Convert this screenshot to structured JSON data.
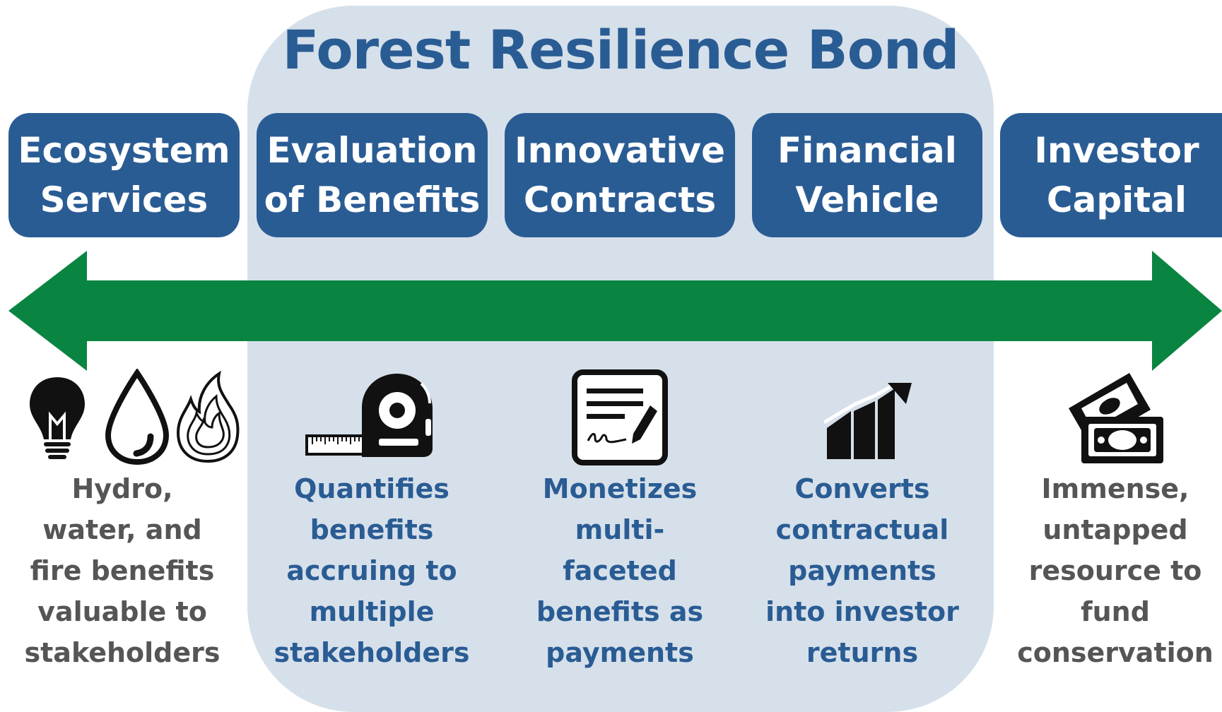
{
  "title": "Forest Resilience Bond",
  "colors": {
    "panel": "#d6e0ea",
    "box": "#2a5c94",
    "arrow": "#0a8441",
    "outer_text": "#555555",
    "inner_text": "#2a5c94"
  },
  "columns": [
    {
      "heading": "Ecosystem\nServices",
      "description": "Hydro,\nwater, and\nfire benefits\nvaluable to\nstakeholders",
      "icons": [
        "lightbulb-icon",
        "water-drop-icon",
        "fire-icon"
      ]
    },
    {
      "heading": "Evaluation\nof Benefits",
      "description": "Quantifies\nbenefits\naccruing to\nmultiple\nstakeholders",
      "icons": [
        "tape-measure-icon"
      ]
    },
    {
      "heading": "Innovative\nContracts",
      "description": "Monetizes\nmulti-\nfaceted\nbenefits as\npayments",
      "icons": [
        "signed-contract-icon"
      ]
    },
    {
      "heading": "Financial\nVehicle",
      "description": "Converts\ncontractual\npayments\ninto investor\nreturns",
      "icons": [
        "growth-chart-icon"
      ]
    },
    {
      "heading": "Investor\nCapital",
      "description": "Immense,\nuntapped\nresource to\nfund\nconservation",
      "icons": [
        "money-icon"
      ]
    }
  ]
}
